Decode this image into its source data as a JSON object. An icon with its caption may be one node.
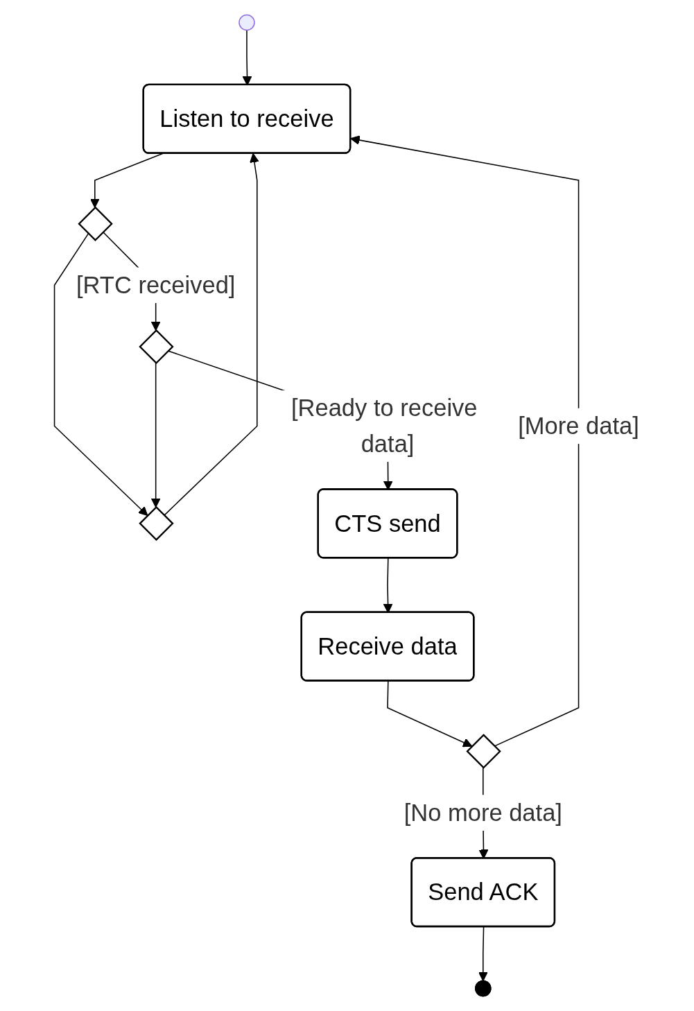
{
  "diagram": {
    "nodes": [
      {
        "text": [],
        "shape": "circle"
      },
      {
        "text": [
          "Listen to receive"
        ]
      },
      {
        "text": [],
        "shape": "diamond"
      },
      {
        "text": [],
        "shape": "diamond"
      },
      {
        "text": [],
        "shape": "diamond"
      },
      {
        "text": [
          "CTS send"
        ]
      },
      {
        "text": [
          "Receive data"
        ]
      },
      {
        "text": [],
        "shape": "diamond"
      },
      {
        "text": [
          "Send ACK"
        ]
      },
      {
        "text": [],
        "shape": "circle"
      }
    ],
    "edges": [
      {
        "from": 0,
        "to": 1,
        "arrow": "to"
      },
      {
        "from": 1,
        "to": 3,
        "arrow": "to"
      },
      {
        "from": 3,
        "to": 2,
        "arrow": "to"
      },
      {
        "from": 3,
        "to": 4,
        "arrow": "to",
        "label": "[RTC received]"
      },
      {
        "from": 4,
        "to": 2,
        "arrow": "to"
      },
      {
        "from": 2,
        "to": 1,
        "arrow": "to"
      },
      {
        "from": 4,
        "to": 5,
        "arrow": "to",
        "label": "[Ready to receive data]"
      },
      {
        "from": 5,
        "to": 6,
        "arrow": "to"
      },
      {
        "from": 6,
        "to": 7,
        "arrow": "to"
      },
      {
        "from": 7,
        "to": 1,
        "arrow": "to",
        "label": "[More data]"
      },
      {
        "from": 7,
        "to": 8,
        "arrow": "to",
        "label": "[No more data]"
      },
      {
        "from": 8,
        "to": 9,
        "arrow": "to"
      }
    ]
  }
}
